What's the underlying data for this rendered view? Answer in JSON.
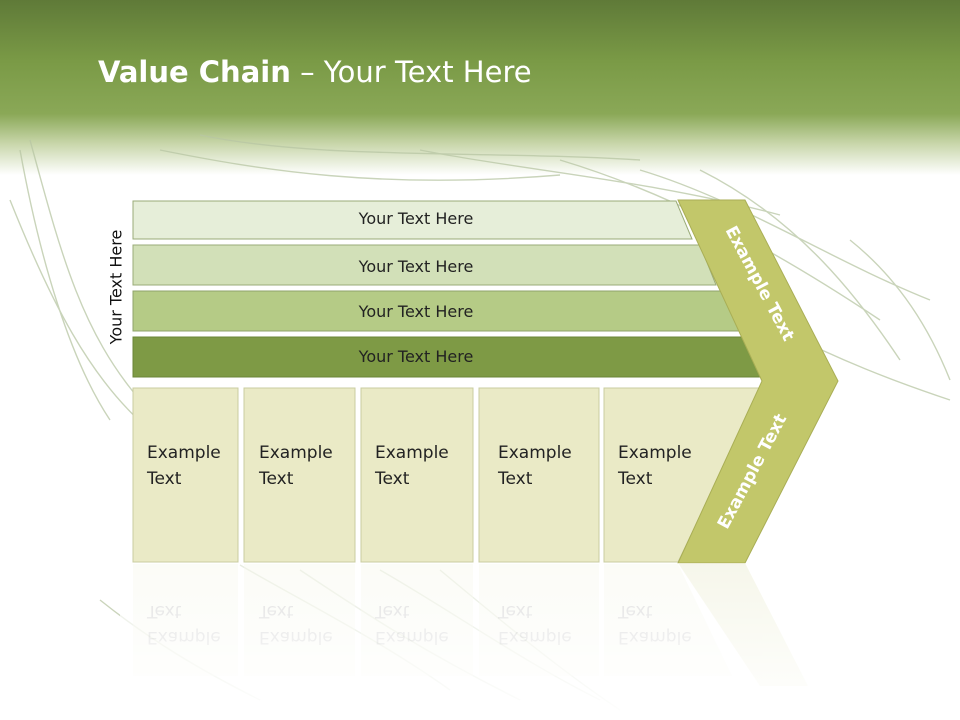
{
  "slide": {
    "title_bold": "Value Chain",
    "title_rest": " – Your Text Here",
    "side_label": "Your Text Here"
  },
  "rows": [
    {
      "label": "Your Text Here",
      "fill": "#e6eed9"
    },
    {
      "label": "Your Text Here",
      "fill": "#d2e0b8"
    },
    {
      "label": "Your Text Here",
      "fill": "#b5cb86"
    },
    {
      "label": "Your Text Here",
      "fill": "#7e9a45"
    }
  ],
  "columns": [
    {
      "line1": "Example",
      "line2": "Text"
    },
    {
      "line1": "Example",
      "line2": "Text"
    },
    {
      "line1": "Example",
      "line2": "Text"
    },
    {
      "line1": "Example",
      "line2": "Text"
    },
    {
      "line1": "Example",
      "line2": "Text"
    }
  ],
  "chevron": {
    "upper_text": "Example Text",
    "lower_text": "Example Text",
    "fill": "#c2c76a"
  },
  "colors": {
    "header": "#7a9a46",
    "column_fill": "#eaeac6",
    "column_stroke": "#c9cca0"
  }
}
